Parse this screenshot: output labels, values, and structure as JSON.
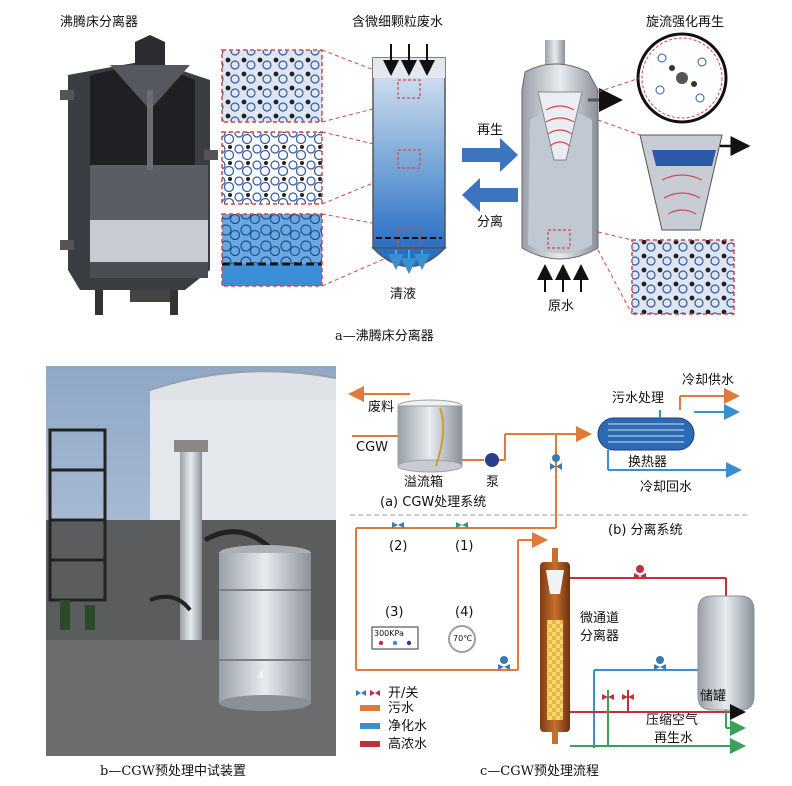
{
  "panel_a": {
    "separator_title": "沸腾床分离器",
    "wastewater_label": "含微细颗粒废水",
    "regen_label": "旋流强化再生",
    "arrow_regen": "再生",
    "arrow_separate": "分离",
    "clear_liquid": "清液",
    "raw_water": "原水",
    "caption": "a—沸腾床分离器"
  },
  "panel_b": {
    "drum_number": "4",
    "caption": "b—CGW预处理中试装置"
  },
  "panel_c": {
    "waste": "废料",
    "cgw": "CGW",
    "overflow_tank": "溢流箱",
    "pump": "泵",
    "sub_a": "(a) CGW处理系统",
    "sewage_treatment": "污水处理",
    "cooling_supply": "冷却供水",
    "heat_exchanger": "换热器",
    "cooling_return": "冷却回水",
    "sub_b": "(b) 分离系统",
    "n1": "(1)",
    "n2": "(2)",
    "n3": "(3)",
    "n4": "(4)",
    "pressure_reading": "300KPa",
    "temp_reading": "70℃",
    "micro_separator_1": "微通道",
    "micro_separator_2": "分离器",
    "storage_tank": "储罐",
    "compressed_air": "压缩空气",
    "regen_water": "再生水",
    "legend": {
      "valve": "开/关",
      "sewage": "污水",
      "purified": "净化水",
      "concentrate": "高浓水"
    },
    "colors": {
      "sewage": "#e07a3a",
      "purified": "#3aa05a",
      "concentrate": "#c0303a",
      "cooling": "#3a8fd0"
    },
    "caption": "c—CGW预处理流程"
  }
}
